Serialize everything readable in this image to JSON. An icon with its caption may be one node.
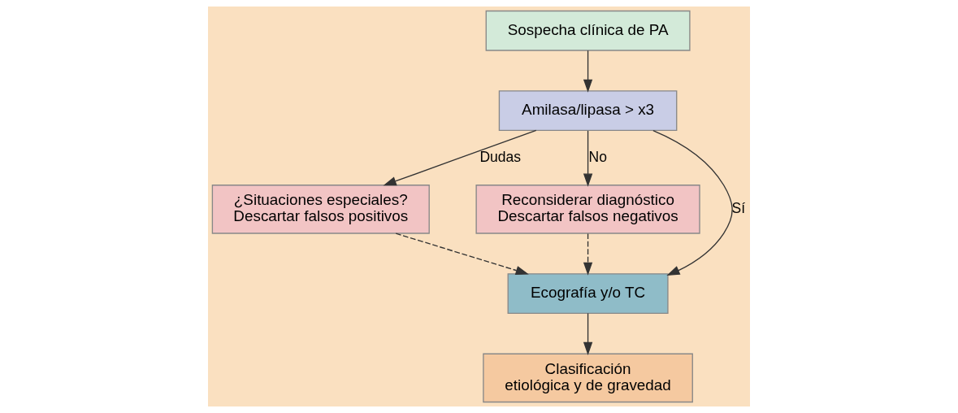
{
  "diagram": {
    "nodes": [
      {
        "text": [
          "Sospecha clínica de PA"
        ]
      },
      {
        "text": [
          "Amilasa/lipasa > x3"
        ]
      },
      {
        "text": [
          "¿Situaciones especiales? Descartar falsos positivos"
        ]
      },
      {
        "text": [
          "Reconsiderar diagnóstico Descartar falsos negativos"
        ]
      },
      {
        "text": [
          "Ecografía y/o TC"
        ]
      },
      {
        "text": [
          "Clasificación etiológica y de gravedad"
        ]
      }
    ],
    "edges": [
      {
        "from": 0,
        "to": 1,
        "arrow": "to"
      },
      {
        "from": 1,
        "to": 2,
        "arrow": "to",
        "label": "Dudas"
      },
      {
        "from": 1,
        "to": 4,
        "arrow": "to",
        "label": "Sí"
      },
      {
        "from": 1,
        "to": 3,
        "arrow": "to",
        "label": "No"
      },
      {
        "from": 2,
        "to": 4,
        "arrow": "to",
        "style": "dashed"
      },
      {
        "from": 3,
        "to": 4,
        "arrow": "to",
        "style": "dashed"
      },
      {
        "from": 4,
        "to": 5,
        "arrow": "to"
      }
    ]
  }
}
